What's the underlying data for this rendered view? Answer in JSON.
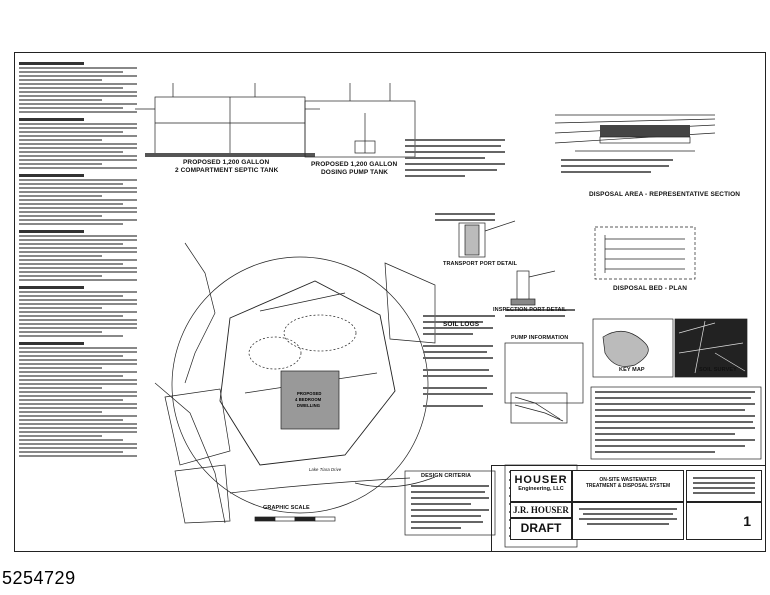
{
  "document": {
    "id_label": "5254729",
    "sheet_number": "1"
  },
  "drawing": {
    "septic_tank_title": "PROPOSED 1,200 GALLON",
    "septic_tank_subtitle": "2 COMPARTMENT SEPTIC TANK",
    "pump_tank_title": "PROPOSED 1,200 GALLON",
    "pump_tank_subtitle": "DOSING PUMP TANK",
    "disposal_section_title": "DISPOSAL AREA - REPRESENTATIVE SECTION",
    "disposal_plan_title": "DISPOSAL BED - PLAN",
    "transport_port_title": "TRANSPORT PORT DETAIL",
    "inspection_port_title": "INSPECTION PORT DETAIL",
    "soil_logs_title": "SOIL LOGS",
    "pump_info_title": "PUMP INFORMATION",
    "key_map_title": "KEY MAP",
    "soil_survey_title": "SOIL SURVEY",
    "design_criteria_title": "DESIGN CRITERIA",
    "graphic_scale_title": "GRAPHIC SCALE",
    "dwelling_label_1": "PROPOSED",
    "dwelling_label_2": "4 BEDROOM",
    "dwelling_label_3": "DWELLING",
    "street_label": "Lake Tiara Drive"
  },
  "title_block": {
    "firm_name": "HOUSER",
    "firm_sub": "Engineering, LLC",
    "project_line_1": "ON-SITE WASTEWATER",
    "project_line_2": "TREATMENT & DISPOSAL SYSTEM",
    "engineer": "J.R. HOUSER",
    "status": "DRAFT"
  }
}
